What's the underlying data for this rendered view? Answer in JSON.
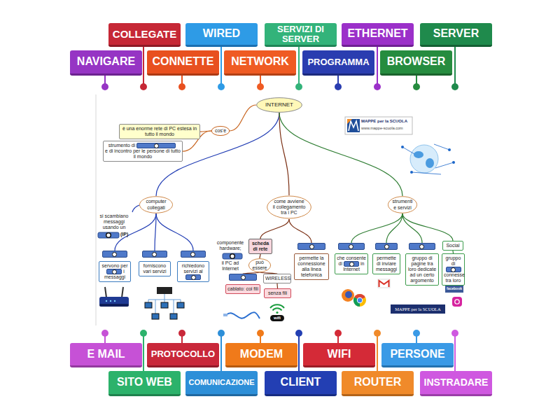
{
  "diagram": {
    "nodes": [
      {
        "text": [
          "COLLEGATE"
        ]
      },
      {
        "text": [
          "WIRED"
        ]
      },
      {
        "text": [
          "SERVIZI DI SERVER"
        ]
      },
      {
        "text": [
          "ETHERNET"
        ]
      },
      {
        "text": [
          "SERVER"
        ]
      },
      {
        "text": [
          "NAVIGARE"
        ]
      },
      {
        "text": [
          "CONNETTE"
        ]
      },
      {
        "text": [
          "NETWORK"
        ]
      },
      {
        "text": [
          "PROGRAMMA"
        ]
      },
      {
        "text": [
          "BROWSER"
        ]
      },
      {
        "text": [
          "INTERNET"
        ]
      },
      {
        "text": [
          "cos'è"
        ]
      },
      {
        "text": [
          "è una enorme rete di PC estesa in tutto il mondo"
        ]
      },
      {
        "text": [
          "strumento di",
          "e di incontro per le persone di tutto il mondo"
        ]
      },
      {
        "text": [
          "computer collegati"
        ]
      },
      {
        "text": [
          "come avviene il collegamento tra i PC"
        ]
      },
      {
        "text": [
          "strumenti e servizi"
        ]
      },
      {
        "text": [
          "servono per",
          "i messaggi"
        ]
      },
      {
        "text": [
          "forniscono vari servizi"
        ]
      },
      {
        "text": [
          "richiedono servizi al"
        ]
      },
      {
        "text": [
          "scheda di rete"
        ]
      },
      {
        "text": [
          "può essere"
        ]
      },
      {
        "text": [
          "cablato: coi fili"
        ]
      },
      {
        "text": [
          "WIRELESS"
        ]
      },
      {
        "text": [
          "senza fili"
        ]
      },
      {
        "text": [
          "permette la connessione alla linea telefonica"
        ]
      },
      {
        "text": [
          "che consente di",
          "in Internet"
        ]
      },
      {
        "text": [
          "permette di inviare messaggi"
        ]
      },
      {
        "text": [
          "gruppo di pagine tra loro dedicate ad un certo argomento"
        ]
      },
      {
        "text": [
          "Social"
        ]
      },
      {
        "text": [
          "gruppo di",
          "connesse tra loro"
        ]
      },
      {
        "text": [
          "E MAIL"
        ]
      },
      {
        "text": [
          "PROTOCOLLO"
        ]
      },
      {
        "text": [
          "MODEM"
        ]
      },
      {
        "text": [
          "WIFI"
        ]
      },
      {
        "text": [
          "PERSONE"
        ]
      },
      {
        "text": [
          "SITO WEB"
        ]
      },
      {
        "text": [
          "COMUNICAZIONE"
        ]
      },
      {
        "text": [
          "CLIENT"
        ]
      },
      {
        "text": [
          "ROUTER"
        ]
      },
      {
        "text": [
          "INSTRADARE"
        ]
      }
    ],
    "edges": [
      {
        "from": 10,
        "to": 11,
        "arrow": "none"
      },
      {
        "from": 11,
        "to": 12,
        "arrow": "none"
      },
      {
        "from": 11,
        "to": 13,
        "arrow": "none"
      },
      {
        "from": 10,
        "to": 14,
        "arrow": "none"
      },
      {
        "from": 10,
        "to": 15,
        "arrow": "none"
      },
      {
        "from": 10,
        "to": 16,
        "arrow": "none"
      },
      {
        "from": 14,
        "to": 17,
        "arrow": "none"
      },
      {
        "from": 14,
        "to": 18,
        "arrow": "none"
      },
      {
        "from": 14,
        "to": 19,
        "arrow": "none"
      },
      {
        "from": 15,
        "to": 20,
        "arrow": "none"
      },
      {
        "from": 15,
        "to": 25,
        "arrow": "none"
      },
      {
        "from": 20,
        "to": 21,
        "arrow": "none"
      },
      {
        "from": 21,
        "to": 22,
        "arrow": "none"
      },
      {
        "from": 21,
        "to": 23,
        "arrow": "none"
      },
      {
        "from": 23,
        "to": 24,
        "arrow": "none"
      },
      {
        "from": 16,
        "to": 26,
        "arrow": "none"
      },
      {
        "from": 16,
        "to": 27,
        "arrow": "none"
      },
      {
        "from": 16,
        "to": 28,
        "arrow": "none"
      },
      {
        "from": 16,
        "to": 29,
        "arrow": "none"
      },
      {
        "from": 29,
        "to": 30,
        "arrow": "none"
      }
    ],
    "labels": [
      "si scambiano messaggi usando un",
      "(IP)",
      "componente hardware;",
      "il PC ad Internet",
      "MAPPE per la SCUOLA",
      "www.mappe-scuola.com",
      "MAPPE per la SCUOLA",
      "facebook",
      "wifi"
    ]
  }
}
